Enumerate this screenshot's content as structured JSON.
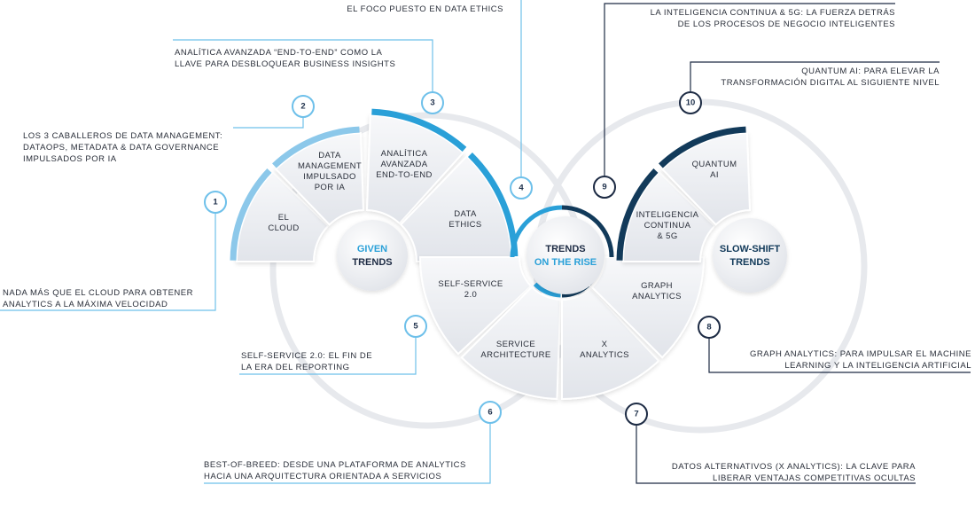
{
  "colors": {
    "given": "#8cc8ea",
    "rise": "#2aa0d8",
    "slow": "#123a5a",
    "line_given": "#6ec0ea",
    "line_dark": "#1d2b44",
    "hub_blue": "#2aa0d8",
    "hub_dark": "#1d2b44"
  },
  "hubs": {
    "given": {
      "top": "GIVEN",
      "bottom": "TRENDS"
    },
    "rise": {
      "top": "TRENDS",
      "bottom": "ON THE RISE"
    },
    "slow": {
      "top": "SLOW-SHIFT",
      "bottom": "TRENDS"
    }
  },
  "segments": {
    "el_cloud": [
      "EL",
      "CLOUD"
    ],
    "data_mgmt": [
      "DATA",
      "MANAGEMENT",
      "IMPULSADO",
      "POR IA"
    ],
    "analitica": [
      "ANALÍTICA",
      "AVANZADA",
      "END-TO-END"
    ],
    "data_ethics": [
      "DATA",
      "ETHICS"
    ],
    "self_service": [
      "SELF-SERVICE",
      "2.0"
    ],
    "service_arch": [
      "SERVICE",
      "ARCHITECTURE"
    ],
    "x_analytics": [
      "X",
      "ANALYTICS"
    ],
    "graph": [
      "GRAPH",
      "ANALYTICS"
    ],
    "inteligencia": [
      "INTELIGENCIA",
      "CONTINUA",
      "& 5G"
    ],
    "quantum": [
      "QUANTUM",
      "AI"
    ]
  },
  "numbers": [
    "1",
    "2",
    "3",
    "4",
    "5",
    "6",
    "7",
    "8",
    "9",
    "10"
  ],
  "callouts": {
    "c1": [
      "NADA MÁS QUE EL CLOUD PARA OBTENER",
      "ANALYTICS A LA MÁXIMA VELOCIDAD"
    ],
    "c2": [
      "LOS 3 CABALLEROS DE DATA MANAGEMENT:",
      "DATAOPS, METADATA & DATA GOVERNANCE",
      "IMPULSADOS POR IA"
    ],
    "c3": [
      "ANALÍTICA AVANZADA “END-TO-END” COMO LA",
      "LLAVE PARA DESBLOQUEAR BUSINESS INSIGHTS"
    ],
    "c4": [
      "EL FOCO PUESTO EN DATA ETHICS"
    ],
    "c5": [
      "SELF-SERVICE 2.0: EL FIN DE",
      "LA ERA DEL REPORTING"
    ],
    "c6": [
      "BEST-OF-BREED: DESDE UNA PLATAFORMA DE ANALYTICS",
      "HACIA UNA ARQUITECTURA ORIENTADA A SERVICIOS"
    ],
    "c7": [
      "DATOS ALTERNATIVOS (X ANALYTICS): LA CLAVE PARA",
      "LIBERAR VENTAJAS COMPETITIVAS OCULTAS"
    ],
    "c8": [
      "GRAPH ANALYTICS: PARA IMPULSAR EL MACHINE",
      "LEARNING Y LA INTELIGENCIA ARTIFICIAL"
    ],
    "c9": [
      "LA INTELIGENCIA CONTINUA & 5G: LA FUERZA DETRÁS",
      "DE LOS PROCESOS DE NEGOCIO INTELIGENTES"
    ],
    "c10": [
      "QUANTUM AI: PARA ELEVAR LA",
      "TRANSFORMACIÓN DIGITAL AL SIGUIENTE NIVEL"
    ]
  }
}
